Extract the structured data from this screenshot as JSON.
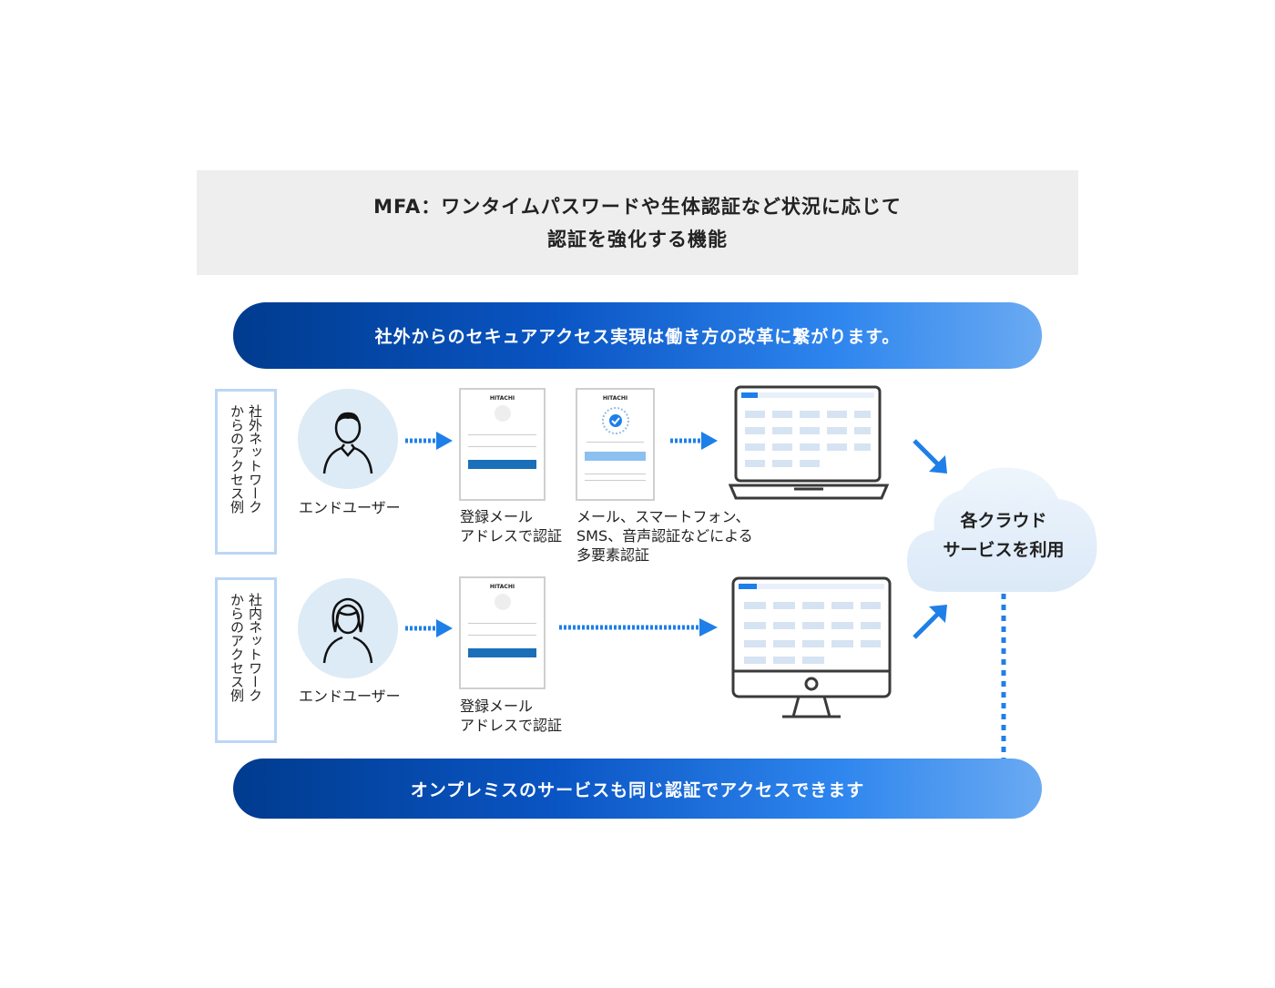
{
  "header": {
    "title_line1": "MFA：ワンタイムパスワードや生体認証など状況に応じて",
    "title_line2": "認証を強化する機能"
  },
  "banner_top": {
    "text": "社外からのセキュアアクセス実現は働き方の改革に繋がります。"
  },
  "banner_bottom": {
    "text": "オンプレミスのサービスも同じ認証でアクセスできます"
  },
  "external_row": {
    "side_label_col1": "社外ネットワーク",
    "side_label_col2": "からのアクセス例",
    "user_label": "エンドユーザー",
    "step1_line1": "登録メール",
    "step1_line2": "アドレスで認証",
    "step2_line1": "メール、スマートフォン、",
    "step2_line2": "SMS、音声認証などによる",
    "step2_line3": "多要素認証"
  },
  "internal_row": {
    "side_label_col1": "社内ネットワーク",
    "side_label_col2": "からのアクセス例",
    "user_label": "エンドユーザー",
    "step1_line1": "登録メール",
    "step1_line2": "アドレスで認証"
  },
  "cloud": {
    "line1": "各クラウド",
    "line2": "サービスを利用"
  },
  "screens": {
    "brand": "HITACHI"
  },
  "colors": {
    "accent": "#1f7fe8",
    "banner_dark": "#003b8e",
    "avatar_bg": "#dcebf5",
    "box_border": "#bcd6f5"
  }
}
